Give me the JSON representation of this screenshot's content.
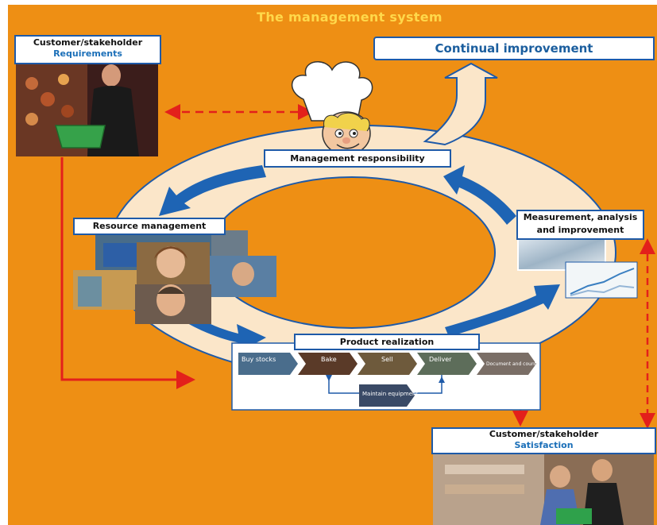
{
  "title": "The management system",
  "continual_improvement": "Continual improvement",
  "requirements_box": {
    "line1": "Customer/stakeholder",
    "line2": "Requirements"
  },
  "satisfaction_box": {
    "line1": "Customer/stakeholder",
    "line2": "Satisfaction"
  },
  "management_responsibility": "Management responsibility",
  "resource_management": "Resource management",
  "measurement_box": {
    "line1": "Measurement, analysis",
    "line2": "and improvement"
  },
  "product_realization": {
    "title": "Product realization",
    "steps": [
      "Buy stocks",
      "Bake",
      "Sell",
      "Deliver",
      "Document and count"
    ],
    "maintain": "Maintain equipment"
  },
  "colors": {
    "background": "#ee8f14",
    "ring": "#fbe6c9",
    "arrow_blue": "#1e64b4",
    "red": "#e3201b",
    "title_yellow": "#ffd84a"
  },
  "icons": [
    "chef-icon",
    "photo-shopper",
    "photo-staff",
    "photo-shop"
  ]
}
